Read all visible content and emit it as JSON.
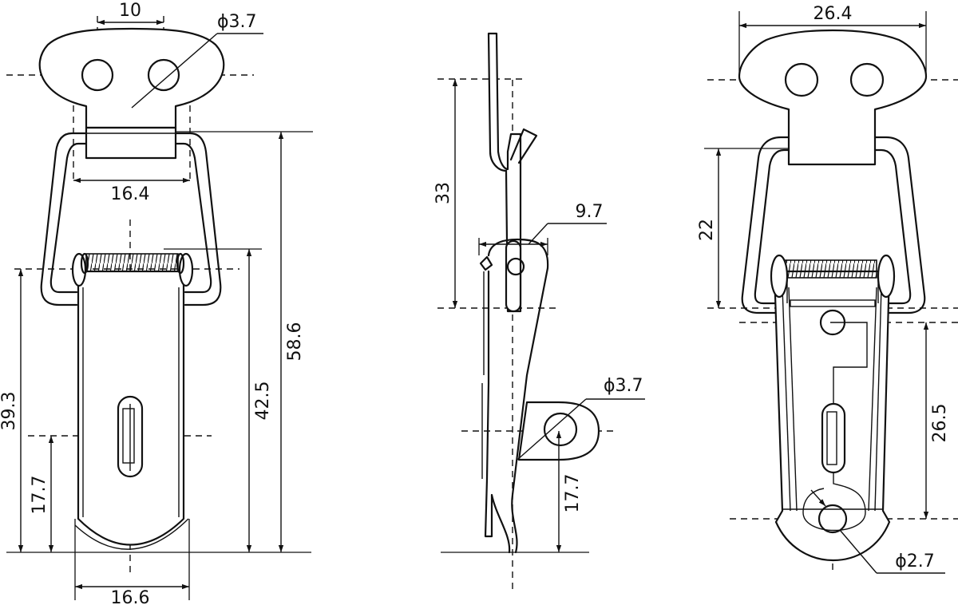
{
  "dimensions": {
    "front": {
      "hole_spacing": "10",
      "hole_dia": "ϕ3.7",
      "bail_inner_width": "16.4",
      "total_length": "58.6",
      "spring_to_base": "42.5",
      "pivot_height": "39.3",
      "slot_height": "17.7",
      "base_width": "16.6"
    },
    "side": {
      "plate_height": "33",
      "hook_width": "9.7",
      "hook_hole_dia": "ϕ3.7",
      "hook_height": "17.7"
    },
    "rear": {
      "plate_width": "26.4",
      "bail_height": "22",
      "latch_length": "26.5",
      "pivot_hole_dia": "ϕ2.7"
    }
  }
}
